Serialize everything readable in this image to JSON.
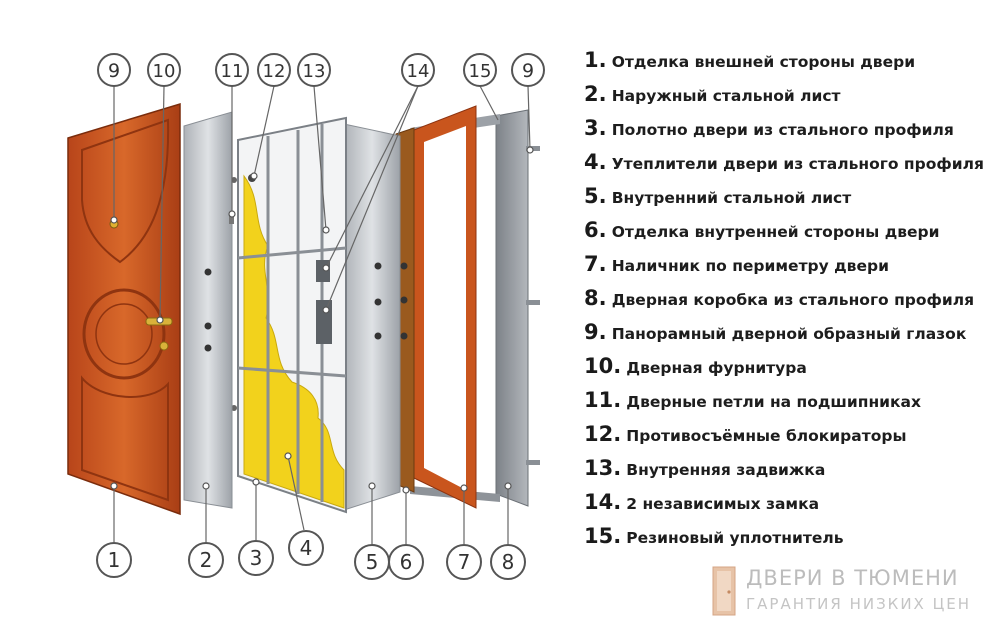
{
  "callouts_top": [
    "9",
    "10",
    "11",
    "12",
    "13",
    "14",
    "15",
    "9"
  ],
  "callouts_bottom": [
    "1",
    "2",
    "3",
    "4",
    "5",
    "6",
    "7",
    "8"
  ],
  "legend": [
    {
      "num": "1.",
      "text": "Отделка внешней стороны двери"
    },
    {
      "num": "2.",
      "text": "Наружный стальной лист"
    },
    {
      "num": "3.",
      "text": "Полотно двери из стального профиля"
    },
    {
      "num": "4.",
      "text": "Утеплители двери из стального профиля"
    },
    {
      "num": "5.",
      "text": "Внутренний стальной лист"
    },
    {
      "num": "6.",
      "text": "Отделка внутренней стороны двери"
    },
    {
      "num": "7.",
      "text": "Наличник по периметру двери"
    },
    {
      "num": "8.",
      "text": "Дверная коробка из стального профиля"
    },
    {
      "num": "9.",
      "text": "Панорамный дверной образный глазок"
    },
    {
      "num": "10.",
      "text": "Дверная фурнитура"
    },
    {
      "num": "11.",
      "text": "Дверные петли на подшипниках"
    },
    {
      "num": "12.",
      "text": "Противосъёмные блокираторы"
    },
    {
      "num": "13.",
      "text": "Внутренняя задвижка"
    },
    {
      "num": "14.",
      "text": "2 независимых замка"
    },
    {
      "num": "15.",
      "text": "Резиновый уплотнитель"
    }
  ],
  "brand": {
    "name": "ДВЕРИ В ТЮМЕНИ",
    "tagline": "ГАРАНТИЯ НИЗКИХ ЦЕН"
  },
  "colors": {
    "wood": "#c9551d",
    "steel": "#c8cbcf",
    "insulation": "#f2d21c",
    "frame": "#8a8f95",
    "callout_stroke": "#555555"
  }
}
